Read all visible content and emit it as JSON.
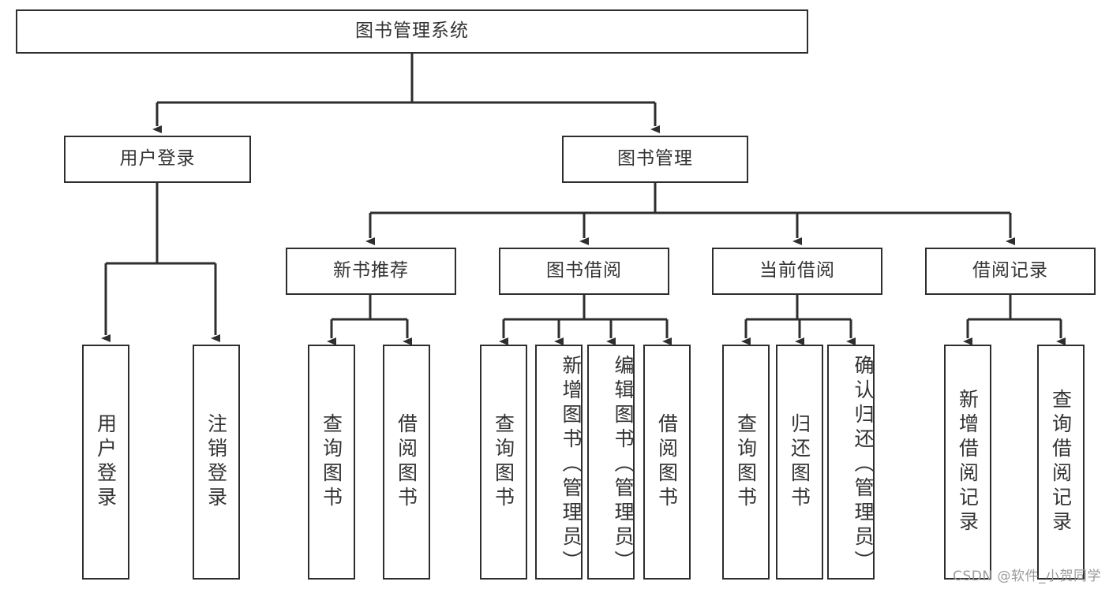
{
  "diagram": {
    "title": "图书管理系统",
    "type": "hierarchy-tree",
    "root": {
      "label": "图书管理系统"
    },
    "level2": [
      {
        "label": "用户登录"
      },
      {
        "label": "图书管理"
      }
    ],
    "level3": [
      {
        "label": "新书推荐"
      },
      {
        "label": "图书借阅"
      },
      {
        "label": "当前借阅"
      },
      {
        "label": "借阅记录"
      }
    ],
    "leaves_user_login": [
      {
        "label": "用户登录"
      },
      {
        "label": "注销登录"
      }
    ],
    "leaves_new_book": [
      {
        "label": "查询图书"
      },
      {
        "label": "借阅图书"
      }
    ],
    "leaves_book_borrow": [
      {
        "label": "查询图书"
      },
      {
        "label": "新增图书（管理员）"
      },
      {
        "label": "编辑图书（管理员）"
      },
      {
        "label": "借阅图书"
      }
    ],
    "leaves_current_borrow": [
      {
        "label": "查询图书"
      },
      {
        "label": "归还图书"
      },
      {
        "label": "确认归还（管理员）"
      }
    ],
    "leaves_borrow_record": [
      {
        "label": "新增借阅记录"
      },
      {
        "label": "查询借阅记录"
      }
    ]
  },
  "watermark": {
    "text": "CSDN @软件_小贺同学"
  },
  "colors": {
    "border": "#2e2e2e",
    "text": "#333333",
    "background": "#ffffff",
    "watermark": "#9a9a9a"
  }
}
